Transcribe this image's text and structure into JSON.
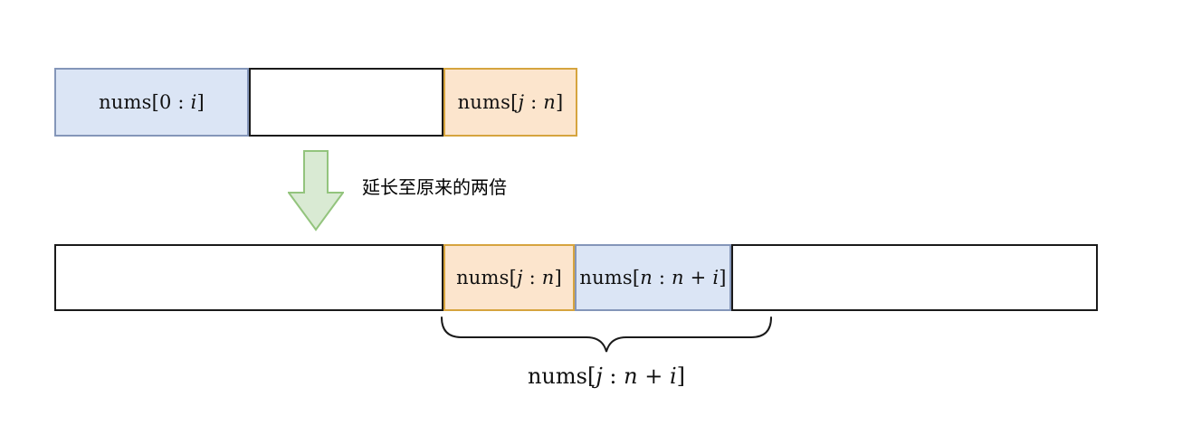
{
  "diagram": {
    "arrow_label": "延长至原来的两倍",
    "original_array": {
      "left_segment": {
        "p1": "nums[0 : ",
        "i1": "i",
        "p2": "]"
      },
      "right_segment": {
        "p1": "nums[",
        "i1": "j",
        "p2": " : ",
        "i2": "n",
        "p3": "]"
      }
    },
    "extended_array": {
      "orange_segment": {
        "p1": "nums[",
        "i1": "j",
        "p2": " : ",
        "i2": "n",
        "p3": "]"
      },
      "blue_segment": {
        "p1": "nums[",
        "i1": "n",
        "p2": " : ",
        "i2": "n",
        "p3": " + ",
        "i3": "i",
        "p4": "]"
      }
    },
    "brace_label": {
      "p1": "nums[",
      "i1": "j",
      "p2": " : ",
      "i2": "n",
      "p3": " + ",
      "i3": "i",
      "p4": "]"
    }
  },
  "colors": {
    "blue_fill": "#dbe5f5",
    "blue_border": "#8496b9",
    "orange_fill": "#fce5cd",
    "orange_border": "#d6a43e",
    "green_fill": "#d9ead3",
    "green_border": "#93c47d",
    "box_border": "#1a1a1a"
  }
}
